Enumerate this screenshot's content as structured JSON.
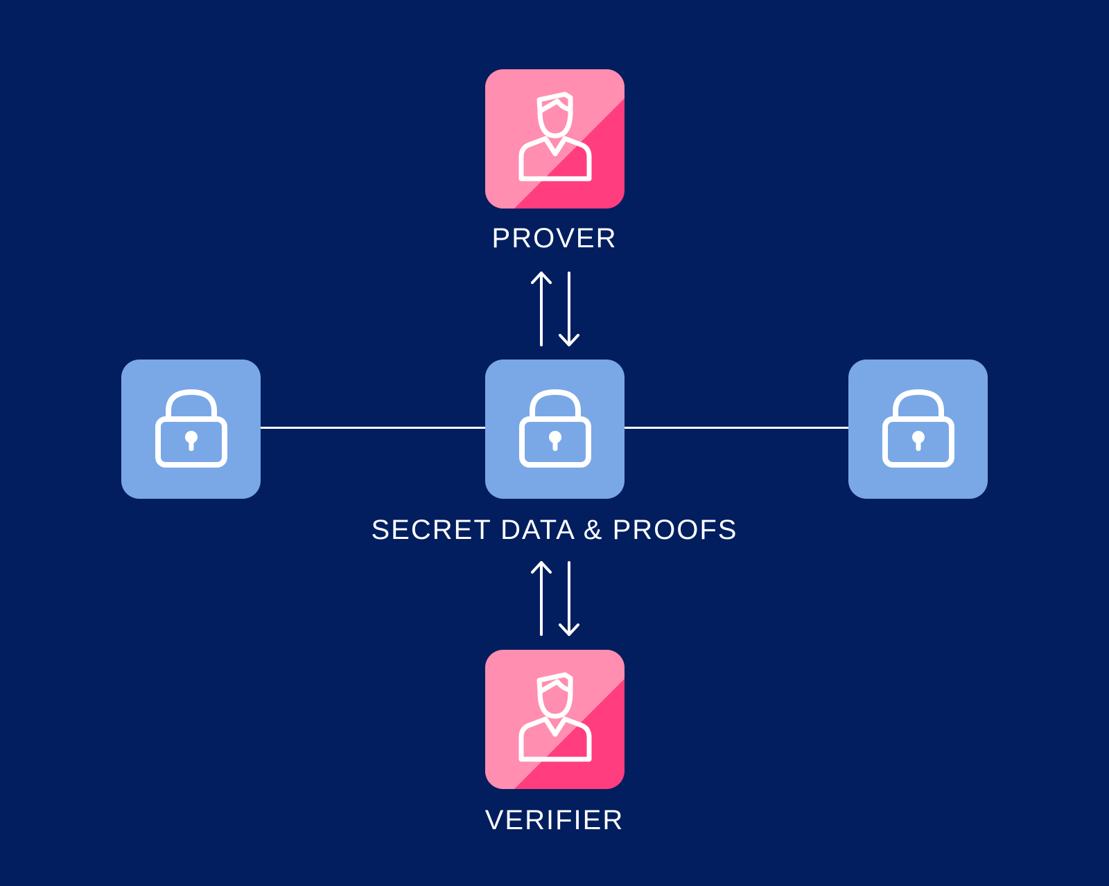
{
  "diagram": {
    "nodes": {
      "prover": {
        "label": "PROVER",
        "icon": "person-icon",
        "color": "#ff3d7f",
        "highlight": "#ff8eb0"
      },
      "verifier": {
        "label": "VERIFIER",
        "icon": "person-icon",
        "color": "#ff3d7f",
        "highlight": "#ff8eb0"
      },
      "center": {
        "label": "SECRET DATA & PROOFS",
        "icon": "padlock-icon",
        "color": "#7aa8e6"
      },
      "left": {
        "icon": "padlock-icon",
        "color": "#7aa8e6"
      },
      "right": {
        "icon": "padlock-icon",
        "color": "#7aa8e6"
      }
    },
    "edges": [
      {
        "from": "prover",
        "to": "center",
        "style": "bidirectional-arrows"
      },
      {
        "from": "center",
        "to": "verifier",
        "style": "bidirectional-arrows"
      },
      {
        "from": "left",
        "to": "center",
        "style": "line"
      },
      {
        "from": "center",
        "to": "right",
        "style": "line"
      }
    ],
    "colors": {
      "background": "#021e5e",
      "line": "#ffffff"
    }
  }
}
